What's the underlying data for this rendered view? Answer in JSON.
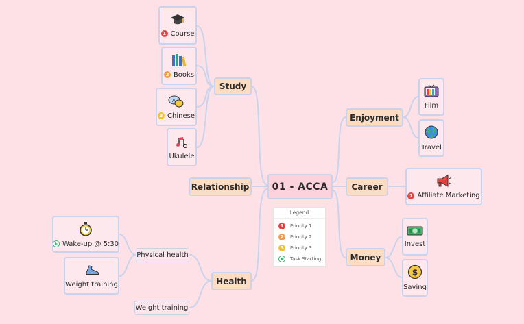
{
  "center": {
    "label": "01 - ACCA"
  },
  "branches": {
    "study": "Study",
    "relationship": "Relationship",
    "health": "Health",
    "enjoyment": "Enjoyment",
    "career": "Career",
    "money": "Money"
  },
  "study_items": [
    {
      "label": "Course",
      "priority": "1",
      "icon": "graduation-cap-icon"
    },
    {
      "label": "Books",
      "priority": "2",
      "icon": "books-icon"
    },
    {
      "label": "Chinese",
      "priority": "3",
      "icon": "speech-bubbles-icon"
    },
    {
      "label": "Ukulele",
      "priority": "",
      "icon": "music-note-icon"
    }
  ],
  "health_items": {
    "physical_health": "Physical health",
    "weight_training": "Weight training",
    "wakeup": {
      "label": "Wake-up @ 5:30",
      "marker": "task-start",
      "icon": "stopwatch-icon"
    },
    "weight_training_card": {
      "label": "Weight training",
      "icon": "running-shoe-icon"
    }
  },
  "enjoyment_items": [
    {
      "label": "Film",
      "icon": "tv-icon"
    },
    {
      "label": "Travel",
      "icon": "globe-icon"
    }
  ],
  "career_items": [
    {
      "label": "Affiliate Marketing",
      "priority": "1",
      "icon": "megaphone-icon"
    }
  ],
  "money_items": [
    {
      "label": "Invest",
      "icon": "cash-icon"
    },
    {
      "label": "Saving",
      "icon": "dollar-coin-icon"
    }
  ],
  "legend": {
    "title": "Legend",
    "items": [
      {
        "badge": "1",
        "label": "Priority 1"
      },
      {
        "badge": "2",
        "label": "Priority 2"
      },
      {
        "badge": "3",
        "label": "Priority 3"
      },
      {
        "badge": "",
        "label": "Task Starting"
      }
    ]
  },
  "colors": {
    "background": "#fde1e6",
    "connector": "#c9d3ee",
    "priority1": "#e9433f",
    "priority2": "#f7994a",
    "priority3": "#f2c230",
    "task_start": "#39b36a"
  }
}
